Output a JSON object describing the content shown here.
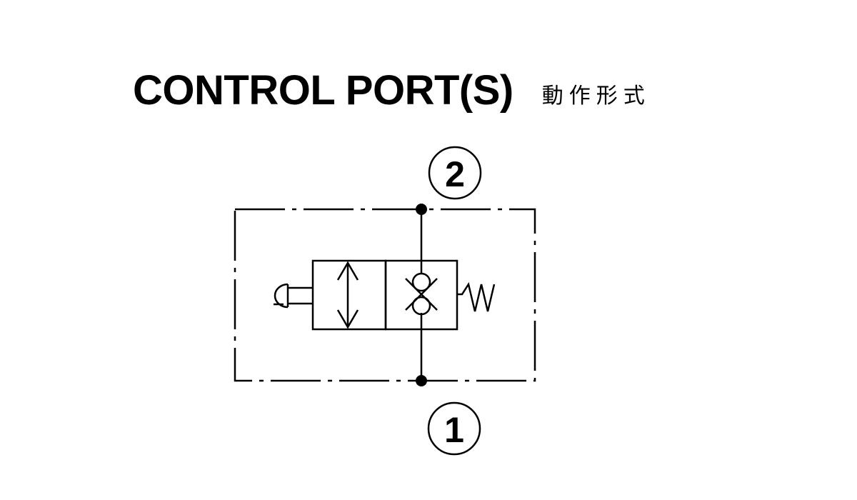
{
  "title": {
    "main": "CONTROL PORT(S)",
    "sub": "動作形式"
  },
  "ports": {
    "top": "2",
    "bottom": "1"
  },
  "colors": {
    "ink": "#000000",
    "background": "#ffffff"
  },
  "icons": [
    "manual-push-button-actuator-icon",
    "spring-return-icon",
    "check-valve-ball-icon",
    "bidirectional-flow-arrow-icon"
  ]
}
